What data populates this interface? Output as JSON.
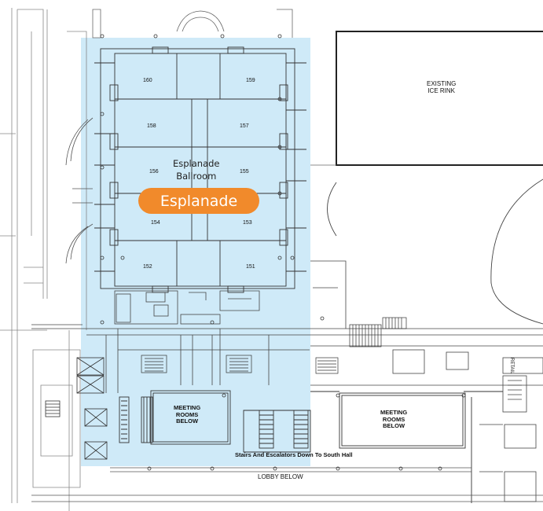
{
  "highlight": {
    "color": "#cfeaf8"
  },
  "ice_rink": {
    "label_line1": "EXISTING",
    "label_line2": "ICE RINK"
  },
  "ballroom": {
    "title_line1": "Esplanade",
    "title_line2": "Ballroom"
  },
  "marker": {
    "label": "Esplanade",
    "color": "#f18a2b"
  },
  "rooms": {
    "r160": "160",
    "r159": "159",
    "r158": "158",
    "r157": "157",
    "r156": "156",
    "r155": "155",
    "r154": "154",
    "r153": "153",
    "r152": "152",
    "r151": "151"
  },
  "meeting_left": {
    "line1": "MEETING",
    "line2": "ROOMS",
    "line3": "BELOW"
  },
  "meeting_right": {
    "line1": "MEETING",
    "line2": "ROOMS",
    "line3": "BELOW"
  },
  "stairs_label": "Stairs And Escalators Down To South Hall",
  "lobby_label": "LOBBY BELOW",
  "retail_label": "RETAIL"
}
